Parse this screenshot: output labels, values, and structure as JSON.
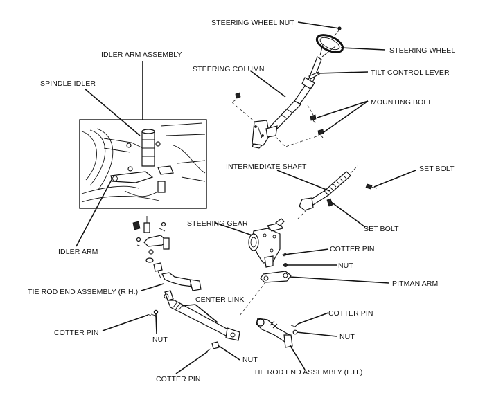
{
  "labels": {
    "steering_wheel_nut": "STEERING WHEEL NUT",
    "steering_wheel": "STEERING WHEEL",
    "idler_arm_assembly": "IDLER ARM ASSEMBLY",
    "steering_column": "STEERING COLUMN",
    "tilt_control_lever": "TILT CONTROL LEVER",
    "spindle_idler": "SPINDLE IDLER",
    "mounting_bolt": "MOUNTING BOLT",
    "intermediate_shaft": "INTERMEDIATE SHAFT",
    "set_bolt_upper": "SET BOLT",
    "set_bolt_lower": "SET BOLT",
    "steering_gear": "STEERING GEAR",
    "idler_arm": "IDLER ARM",
    "cotter_pin_gear": "COTTER PIN",
    "nut_gear": "NUT",
    "tie_rod_end_rh": "TIE ROD END ASSEMBLY (R.H.)",
    "pitman_arm": "PITMAN ARM",
    "center_link": "CENTER LINK",
    "cotter_pin_right": "COTTER PIN",
    "cotter_pin_left": "COTTER PIN",
    "nut_right": "NUT",
    "nut_left": "NUT",
    "nut_center": "NUT",
    "cotter_pin_bottom": "COTTER PIN",
    "tie_rod_end_lh": "TIE ROD END ASSEMBLY (L.H.)"
  }
}
